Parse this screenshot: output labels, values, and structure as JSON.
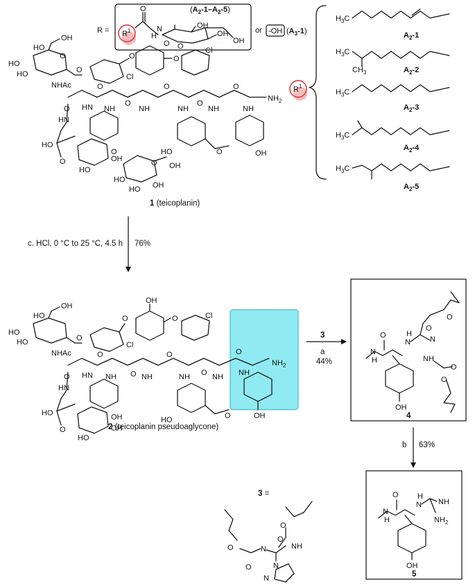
{
  "r_definition": {
    "r_eq": "R =",
    "r1": "R",
    "r1_sup": "1",
    "range_a": "A",
    "range_a_sub": "2",
    "range_dash1": "-1",
    "range_mid": "–A",
    "range_a_sub2": "2",
    "range_dash2": "-5",
    "or": "or",
    "oh": "-OH",
    "a3": "A",
    "a3_sub": "3",
    "a3_num": "-1"
  },
  "compounds": {
    "teicoplanin": {
      "number": "1",
      "name": "(teicoplanin)"
    },
    "pseudoaglycone": {
      "number": "2",
      "name": "(teicoplanin pseudoaglycone)"
    },
    "reagent": {
      "number": "3",
      "eq": "="
    },
    "product4": {
      "number": "4"
    },
    "product5": {
      "number": "5"
    }
  },
  "side_chains": [
    {
      "label_a": "A",
      "label_sub": "2",
      "label_num": "-1",
      "head": "H3C"
    },
    {
      "label_a": "A",
      "label_sub": "2",
      "label_num": "-2",
      "head": "H3C"
    },
    {
      "label_a": "A",
      "label_sub": "2",
      "label_num": "-3",
      "head": "H3C"
    },
    {
      "label_a": "A",
      "label_sub": "2",
      "label_num": "-4",
      "head": "H3C"
    },
    {
      "label_a": "A",
      "label_sub": "2",
      "label_num": "-5",
      "head": "H3C"
    }
  ],
  "steps": {
    "step1_conditions": "c. HCl, 0 °C to 25 °C, 4.5 h",
    "step1_yield": "76%",
    "step2_reagent": "3",
    "step2_letter": "a",
    "step2_yield": "44%",
    "step3_letter": "b",
    "step3_yield": "63%"
  },
  "atoms": {
    "oh": "OH",
    "ho": "HO",
    "o": "O",
    "cl": "Cl",
    "nh": "NH",
    "hn": "HN",
    "n": "N",
    "h": "H",
    "nh2": "NH",
    "nh2_sub": "2",
    "nhac": "NHAc",
    "c": "C",
    "h3": "H",
    "sub3": "3"
  },
  "colors": {
    "highlight_fill": "#6be3ee",
    "highlight_stroke": "#2aaec0",
    "r1_circle": "#e0303a",
    "r1_shadow": "#f2a6a6"
  }
}
